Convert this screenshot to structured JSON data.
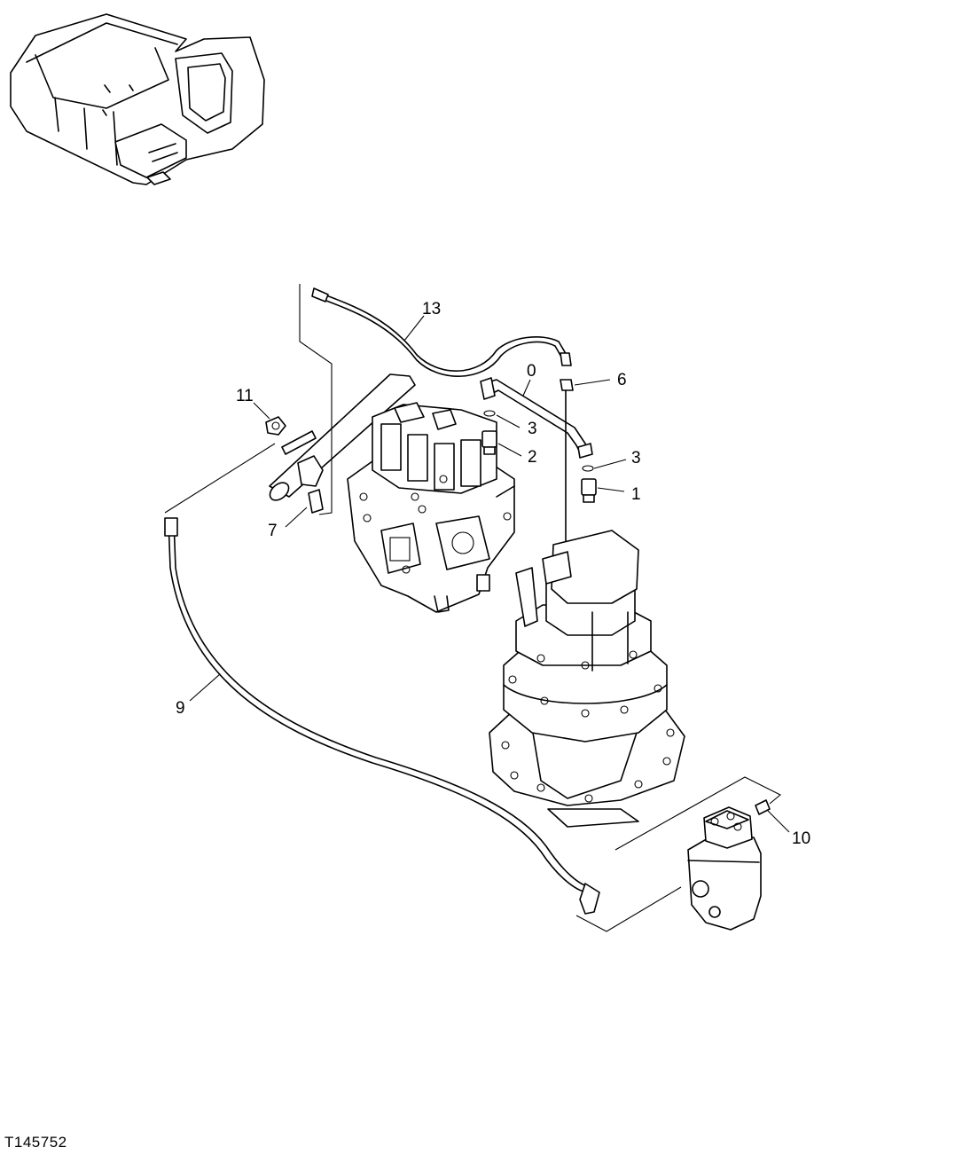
{
  "figure_id": "T145752",
  "callouts": {
    "c0": "0",
    "c1": "1",
    "c2": "2",
    "c3a": "3",
    "c3b": "3",
    "c6": "6",
    "c7": "7",
    "c9": "9",
    "c10": "10",
    "c11": "11",
    "c13": "13"
  },
  "colors": {
    "ink": "#000000",
    "paper": "#ffffff"
  }
}
